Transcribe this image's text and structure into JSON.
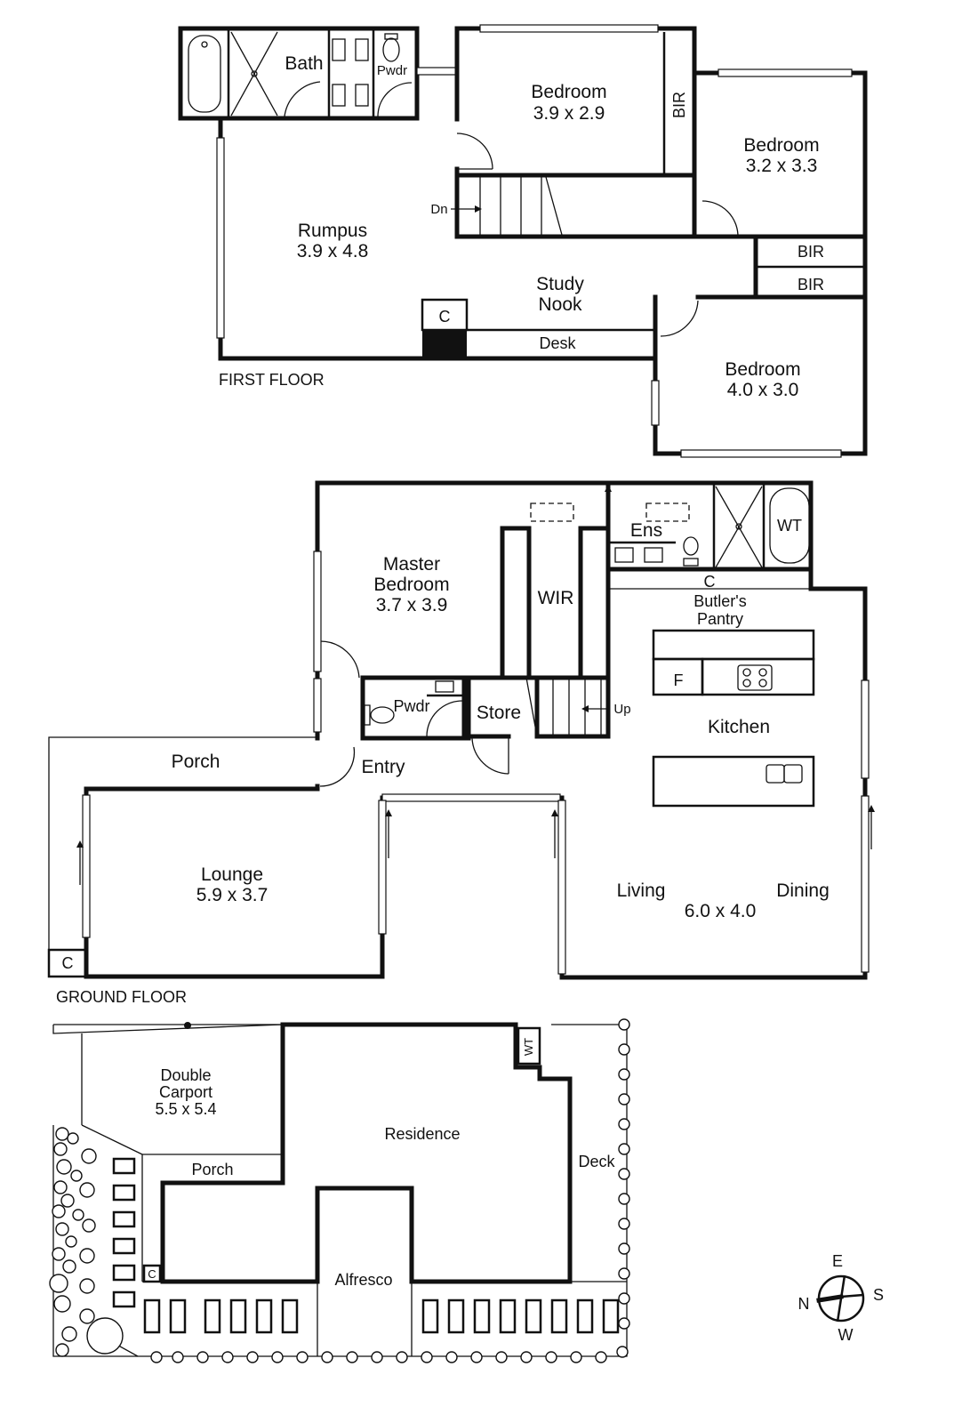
{
  "first_floor": {
    "caption": "FIRST FLOOR",
    "bath": "Bath",
    "powder": "Pwdr",
    "bedroom1": {
      "name": "Bedroom",
      "size": "3.9 x 2.9"
    },
    "bedroom2": {
      "name": "Bedroom",
      "size": "3.2 x 3.3"
    },
    "bedroom3": {
      "name": "Bedroom",
      "size": "4.0 x 3.0"
    },
    "bir1": "BIR",
    "bir2": "BIR",
    "bir3": "BIR",
    "rumpus": {
      "name": "Rumpus",
      "size": "3.9 x 4.8"
    },
    "study": {
      "line1": "Study",
      "line2": "Nook"
    },
    "desk": "Desk",
    "cupboard": "C",
    "stair": "Dn"
  },
  "ground_floor": {
    "caption": "GROUND FLOOR",
    "master": {
      "line1": "Master",
      "line2": "Bedroom",
      "size": "3.7 x 3.9"
    },
    "wir": "WIR",
    "ensuite": "Ens",
    "water_tank": "WT",
    "pantry_cupboard": "C",
    "pantry": {
      "line1": "Butler's",
      "line2": "Pantry"
    },
    "fridge": "F",
    "kitchen": "Kitchen",
    "powder": "Pwdr",
    "store": "Store",
    "stair": "Up",
    "porch": "Porch",
    "entry": "Entry",
    "lounge": {
      "name": "Lounge",
      "size": "5.9 x 3.7"
    },
    "living": "Living",
    "dining": "Dining",
    "living_size": "6.0 x 4.0",
    "cupboard": "C"
  },
  "site_plan": {
    "carport": {
      "line1": "Double",
      "line2": "Carport",
      "size": "5.5 x 5.4"
    },
    "porch": "Porch",
    "residence": "Residence",
    "deck": "Deck",
    "alfresco": "Alfresco",
    "water_tank": "WT",
    "cupboard": "C"
  },
  "compass": {
    "north": "N",
    "east": "E",
    "south": "S",
    "west": "W"
  }
}
